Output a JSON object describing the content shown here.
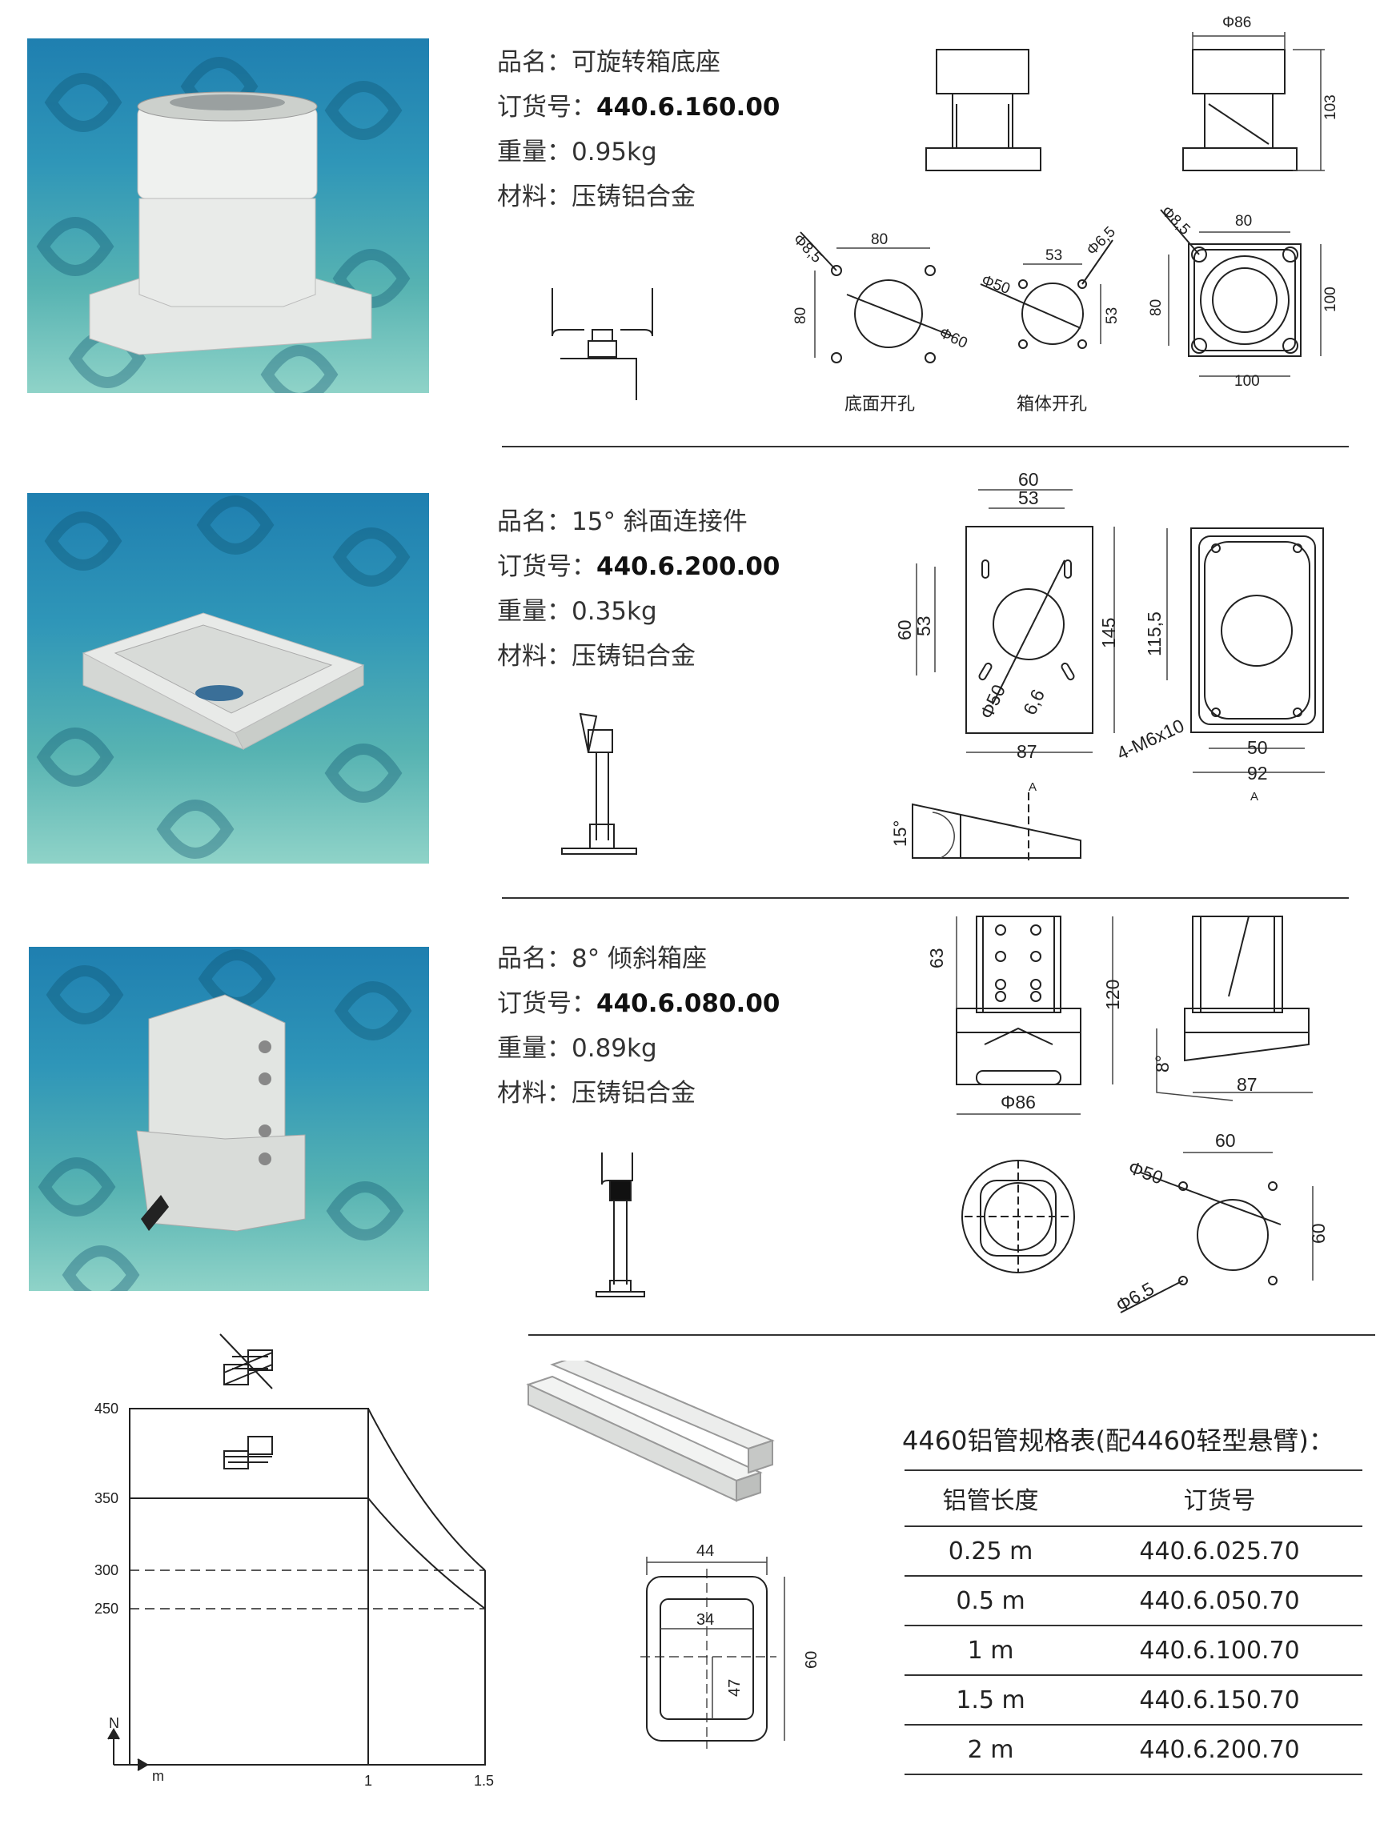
{
  "products": [
    {
      "name_label": "品名：",
      "name": "可旋转箱底座",
      "order_label": "订货号：",
      "order": "440.6.160.00",
      "weight_label": "重量：",
      "weight": "0.95kg",
      "material_label": "材料：",
      "material": "压铸铝合金",
      "captions": [
        "底面开孔",
        "箱体开孔"
      ],
      "dims": [
        "Φ86",
        "103",
        "Φ8,5",
        "80",
        "80",
        "Φ60",
        "53",
        "Φ6,5",
        "Φ50",
        "53",
        "Φ8,5",
        "80",
        "80",
        "100",
        "100"
      ]
    },
    {
      "name_label": "品名：",
      "name": "15° 斜面连接件",
      "order_label": "订货号：",
      "order": "440.6.200.00",
      "weight_label": "重量：",
      "weight": "0.35kg",
      "material_label": "材料：",
      "material": "压铸铝合金",
      "dims": [
        "60",
        "53",
        "60",
        "53",
        "145",
        "Φ50",
        "6,6",
        "87",
        "115,5",
        "4-M6x10",
        "50",
        "92",
        "A",
        "A",
        "15°"
      ]
    },
    {
      "name_label": "品名：",
      "name": "8° 倾斜箱座",
      "order_label": "订货号：",
      "order": "440.6.080.00",
      "weight_label": "重量：",
      "weight": "0.89kg",
      "material_label": "材料：",
      "material": "压铸铝合金",
      "dims": [
        "63",
        "120",
        "Φ86",
        "8°",
        "87",
        "60",
        "Φ50",
        "60",
        "Φ6,5"
      ]
    }
  ],
  "load_chart": {
    "y_ticks": [
      "450",
      "350",
      "300",
      "250"
    ],
    "x_ticks": [
      "1",
      "1.5"
    ],
    "y_unit": "N",
    "x_unit": "m"
  },
  "profile": {
    "dims": [
      "44",
      "34",
      "47",
      "60"
    ]
  },
  "spec_table": {
    "title": "4460铝管规格表(配4460轻型悬臂)：",
    "headers": [
      "铝管长度",
      "订货号"
    ],
    "rows": [
      [
        "0.25 m",
        "440.6.025.70"
      ],
      [
        "0.5 m",
        "440.6.050.70"
      ],
      [
        "1 m",
        "440.6.100.70"
      ],
      [
        "1.5 m",
        "440.6.150.70"
      ],
      [
        "2 m",
        "440.6.200.70"
      ]
    ]
  }
}
